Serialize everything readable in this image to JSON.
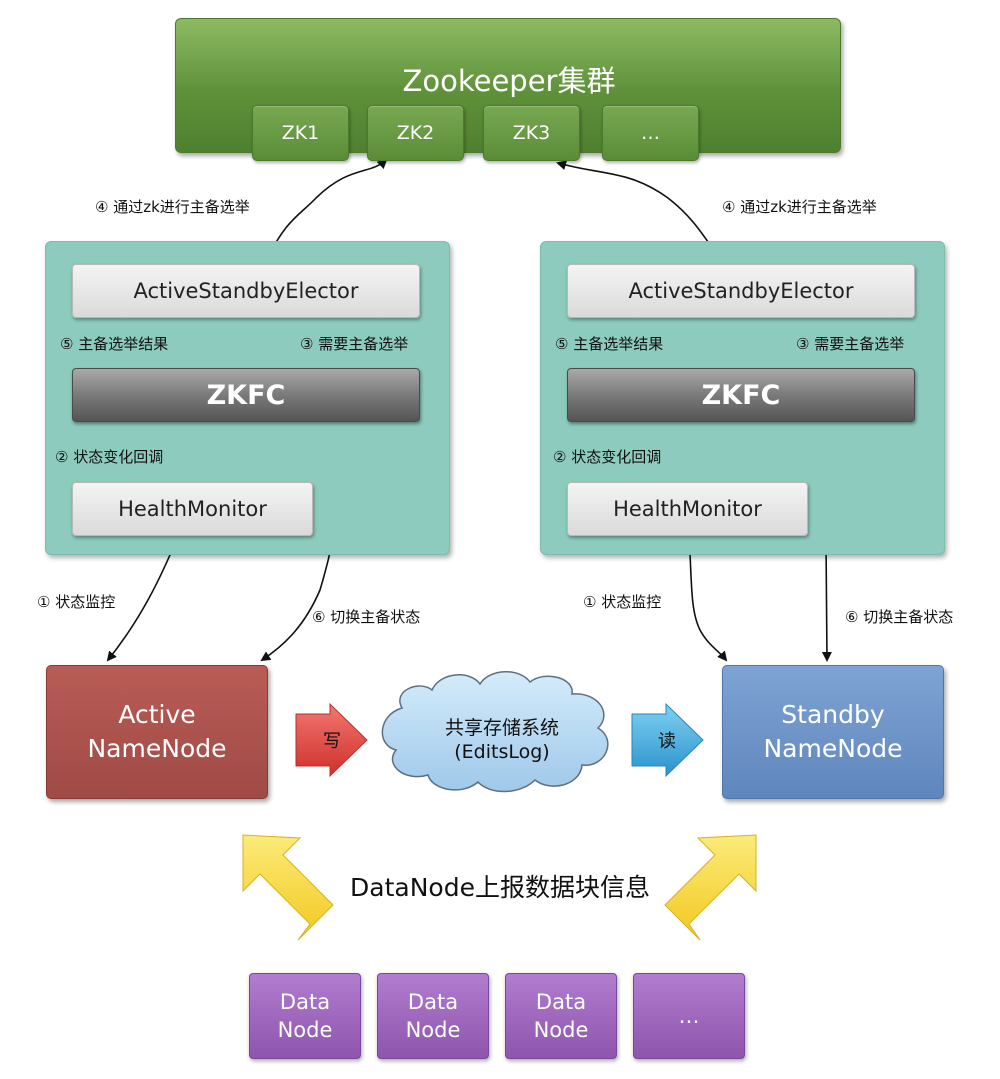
{
  "zookeeper": {
    "title": "Zookeeper集群",
    "nodes": [
      "ZK1",
      "ZK2",
      "ZK3",
      "…"
    ]
  },
  "left_panel": {
    "elector": "ActiveStandbyElector",
    "zkfc": "ZKFC",
    "health_monitor": "HealthMonitor",
    "election_label": "④ 通过zk进行主备选举",
    "result_label": "⑤ 主备选举结果",
    "need_label": "③ 需要主备选举",
    "callback_label": "② 状态变化回调",
    "monitor_label": "① 状态监控",
    "switch_label": "⑥ 切换主备状态"
  },
  "right_panel": {
    "elector": "ActiveStandbyElector",
    "zkfc": "ZKFC",
    "health_monitor": "HealthMonitor",
    "election_label": "④ 通过zk进行主备选举",
    "result_label": "⑤ 主备选举结果",
    "need_label": "③ 需要主备选举",
    "callback_label": "② 状态变化回调",
    "monitor_label": "① 状态监控",
    "switch_label": "⑥ 切换主备状态"
  },
  "active_namenode": {
    "line1": "Active",
    "line2": "NameNode"
  },
  "standby_namenode": {
    "line1": "Standby",
    "line2": "NameNode"
  },
  "shared_storage": {
    "line1": "共享存储系统",
    "line2": "(EditsLog)"
  },
  "write_label": "写",
  "read_label": "读",
  "datanode_report": "DataNode上报数据块信息",
  "datanodes": [
    {
      "line1": "Data",
      "line2": "Node"
    },
    {
      "line1": "Data",
      "line2": "Node"
    },
    {
      "line1": "Data",
      "line2": "Node"
    },
    {
      "line1": "…",
      "line2": ""
    }
  ],
  "colors": {
    "zookeeper": "#6a9a45",
    "panel": "#8ccbbd",
    "active": "#a94f4a",
    "standby": "#6d93c8",
    "datanode": "#9b63bd",
    "write_arrow": "#e2453f",
    "read_arrow": "#3fa6dc",
    "yellow_arrow": "#f6d948"
  }
}
